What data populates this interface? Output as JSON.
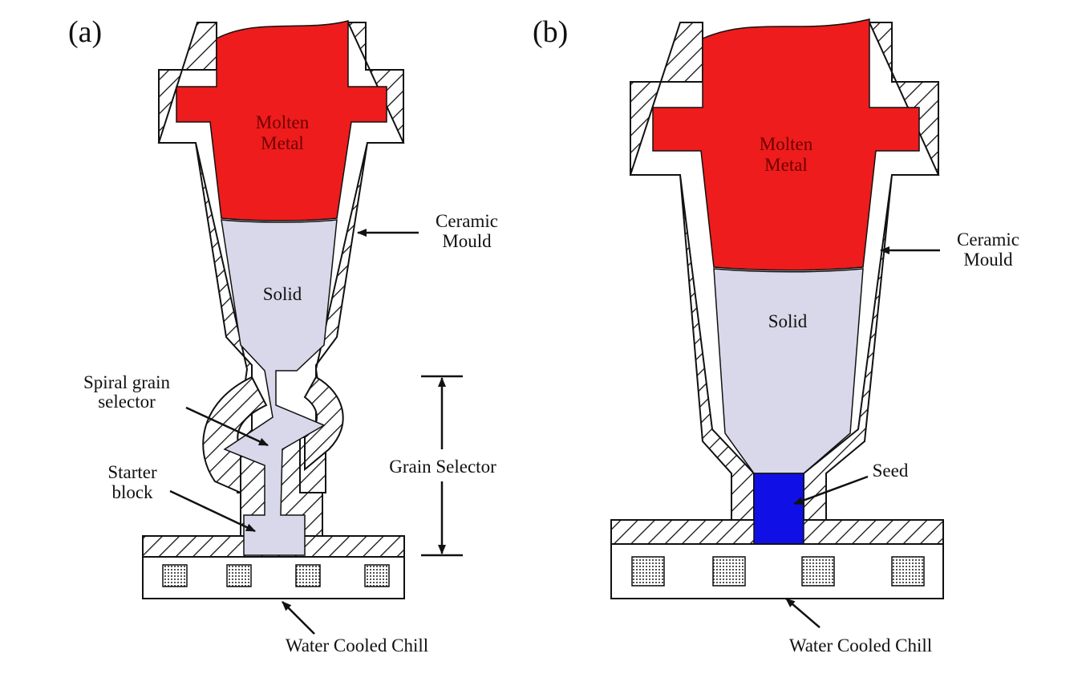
{
  "panels": [
    {
      "id": "a",
      "label": "(a)",
      "molten_label": [
        "Molten",
        "Metal"
      ],
      "solid_label": "Solid",
      "mould_label": [
        "Ceramic",
        "Mould"
      ],
      "spiral_label": [
        "Spiral grain",
        "selector"
      ],
      "starter_label": [
        "Starter",
        "block"
      ],
      "grain_selector_label": "Grain Selector",
      "chill_label": "Water Cooled Chill"
    },
    {
      "id": "b",
      "label": "(b)",
      "molten_label": [
        "Molten",
        "Metal"
      ],
      "solid_label": "Solid",
      "mould_label": [
        "Ceramic",
        "Mould"
      ],
      "seed_label": "Seed",
      "chill_label": "Water Cooled Chill"
    }
  ],
  "colors": {
    "molten": "#ee1c1c",
    "solid": "#d9d8ea",
    "seed": "#1010e6",
    "outline": "#111111",
    "background": "#ffffff"
  }
}
